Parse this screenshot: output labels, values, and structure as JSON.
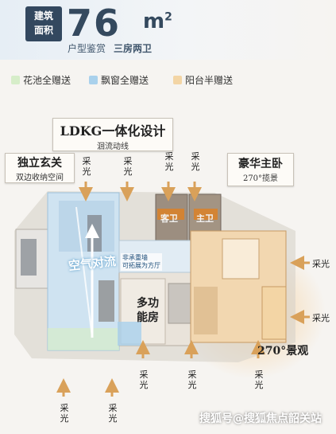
{
  "header": {
    "tag": [
      "建筑",
      "面积"
    ],
    "area_number": "76",
    "area_unit": "m",
    "area_unit_sup": "2",
    "subtitle_1": "户型鉴赏",
    "subtitle_2": "三房两卫"
  },
  "legend": [
    {
      "label": "花池全赠送",
      "color": "#d6edc9"
    },
    {
      "label": "飘窗全赠送",
      "color": "#a9d1ec"
    },
    {
      "label": "阳台半赠送",
      "color": "#f3d5a5"
    }
  ],
  "callouts": {
    "ldkg_title": "LDKG一体化设计",
    "ldkg_sub": "洄流动线",
    "foyer_title": "独立玄关",
    "foyer_sub": "双边收纳空间",
    "master_title": "豪华主卧",
    "master_sub": "270°揽景"
  },
  "rooms": {
    "air": "空气对流",
    "multi": [
      "多功",
      "能房"
    ],
    "bath1": "客卫",
    "bath2": "主卫",
    "note": [
      "非承重墙",
      "可拓展为方厅"
    ],
    "view270": "270°景观"
  },
  "light_label": [
    "采",
    "光"
  ],
  "watermark": "搜狐号@搜狐焦点韶关站"
}
